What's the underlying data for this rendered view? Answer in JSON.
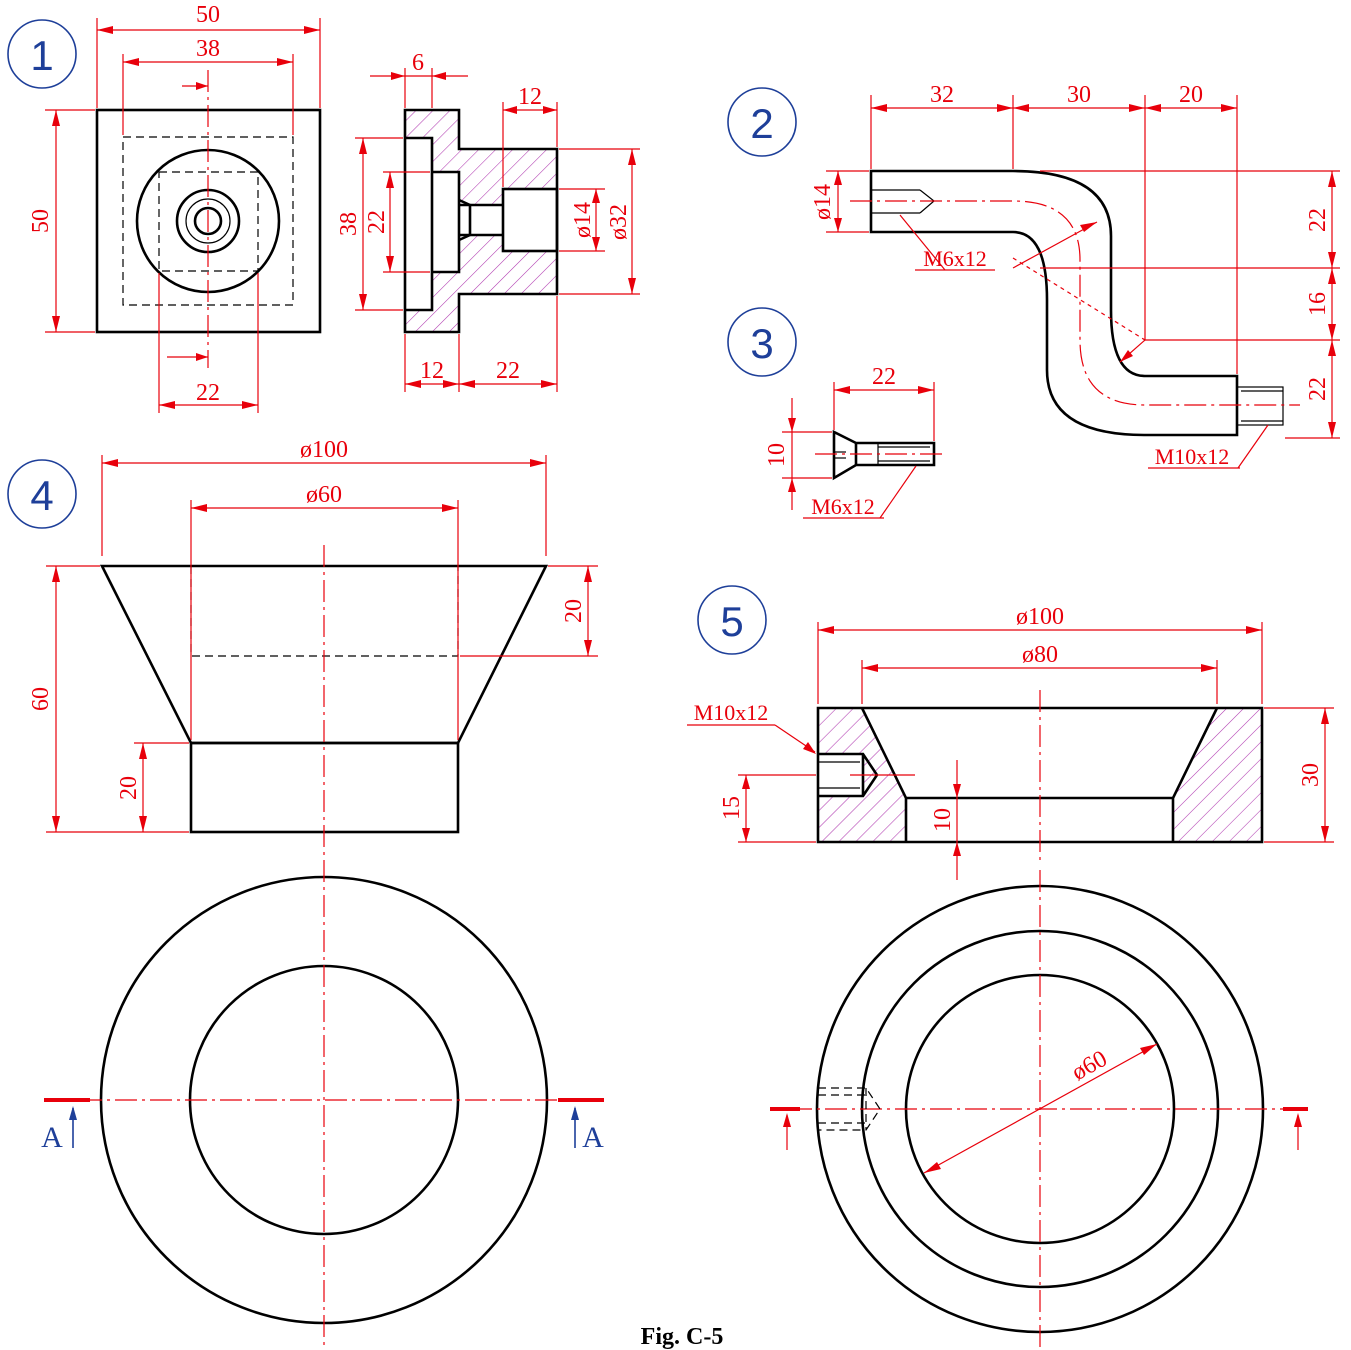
{
  "figure": {
    "caption": "Fig. C-5",
    "colors": {
      "object": "#000000",
      "dimension": "#e8000b",
      "callout": "#1e3f99",
      "hatch": "#b03ab0"
    }
  },
  "part1": {
    "number": "1",
    "dims": {
      "top_width": "50",
      "inner_width": "38",
      "height": "50",
      "bottom": "22",
      "flange_thk": "6",
      "boss_len": "12",
      "h38": "38",
      "h22": "22",
      "d14": "ø14",
      "d32": "ø32",
      "bot12": "12",
      "bot22": "22"
    }
  },
  "part2": {
    "number": "2",
    "dims": {
      "l32": "32",
      "l30": "30",
      "l20": "20",
      "dia14": "ø14",
      "v22a": "22",
      "v16": "16",
      "v22b": "22"
    },
    "thread_left": "M6x12",
    "thread_right": "M10x12"
  },
  "part3": {
    "number": "3",
    "dims": {
      "len": "22",
      "head": "10"
    },
    "thread": "M6x12"
  },
  "part4": {
    "number": "4",
    "dims": {
      "d100": "ø100",
      "d60": "ø60",
      "h60": "60",
      "h20": "20",
      "h20b": "20"
    },
    "section_letter_left": "A",
    "section_letter_right": "A"
  },
  "part5": {
    "number": "5",
    "dims": {
      "d100": "ø100",
      "d80": "ø80",
      "h30": "30",
      "h15": "15",
      "h10": "10",
      "d60": "ø60"
    },
    "thread": "M10x12"
  }
}
